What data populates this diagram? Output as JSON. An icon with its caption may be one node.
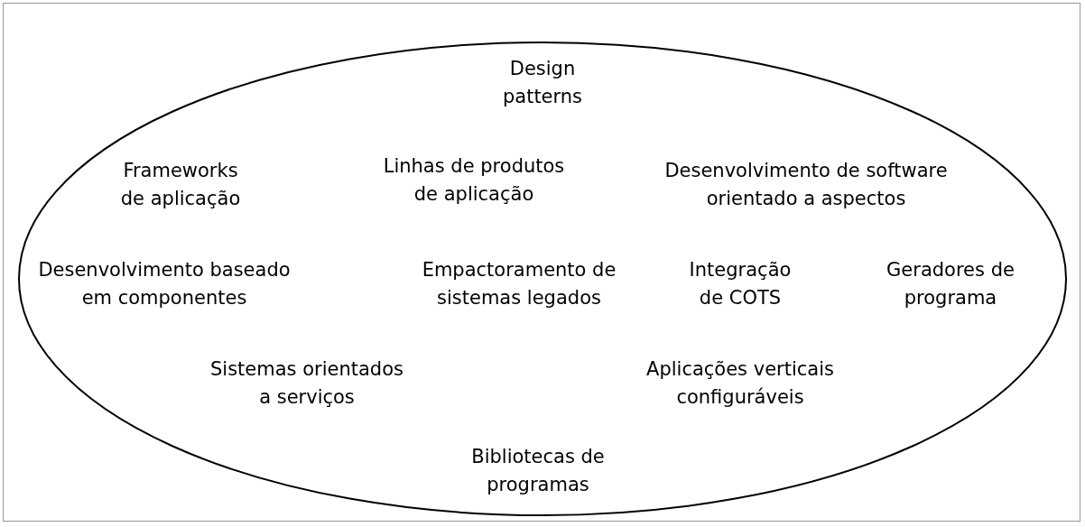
{
  "diagram": {
    "nodes": [
      {
        "text": [
          "Design patterns",
          "Frameworks de aplicação",
          "Linhas de produtos de aplicação",
          "Desenvolvimento de software orientado a aspectos",
          "Desenvolvimento baseado em componentes",
          "Empactoramento de sistemas legados",
          "Integração de COTS",
          "Geradores de programa",
          "Sistemas orientados a serviços",
          "Aplicações verticais configuráveis",
          "Bibliotecas de programas"
        ]
      }
    ],
    "edges": []
  }
}
